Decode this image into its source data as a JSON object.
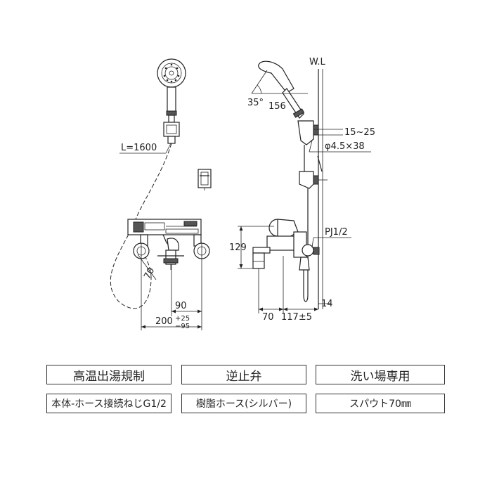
{
  "drawing": {
    "left_view": {
      "hose_length": "L=1600",
      "spout_dim": "70",
      "inner_width": "90",
      "width_base": "200",
      "width_tol_upper": "+25",
      "width_tol_lower": "−95"
    },
    "right_view": {
      "water_line": "W.L",
      "angle": "35°",
      "head_length": "156",
      "bracket_range": "15~25",
      "screw": "φ4.5×38",
      "pipe_thread": "PJ1/2",
      "height": "129",
      "wall_dim": "14",
      "spout_offset": "70",
      "depth": "117±5"
    }
  },
  "features": {
    "row1": [
      "高温出湯規制",
      "逆止弁",
      "洗い場専用"
    ],
    "row2": [
      "本体-ホース接続ねじG1/2",
      "樹脂ホース(シルバー)",
      "スパウト70㎜"
    ]
  }
}
